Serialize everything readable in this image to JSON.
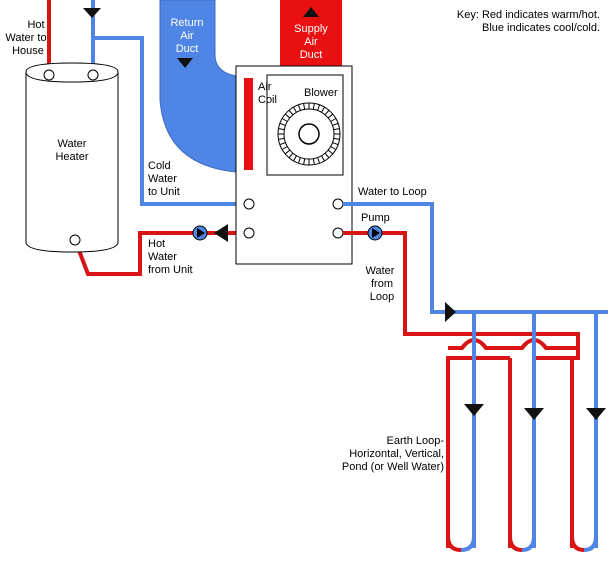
{
  "key": {
    "line1": "Key: Red indicates warm/hot.",
    "line2": "Blue indicates cool/cold."
  },
  "labels": {
    "hot_water_to_house": [
      "Hot",
      "Water to",
      "House"
    ],
    "water_heater": [
      "Water",
      "Heater"
    ],
    "return_air_duct": [
      "Return",
      "Air",
      "Duct"
    ],
    "supply_air_duct": [
      "Supply",
      "Air",
      "Duct"
    ],
    "air_coil": [
      "Air",
      "Coil"
    ],
    "blower": "Blower",
    "cold_water_to_unit": [
      "Cold",
      "Water",
      "to Unit"
    ],
    "hot_water_from_unit": [
      "Hot",
      "Water",
      "from Unit"
    ],
    "water_to_loop": "Water to Loop",
    "pump": "Pump",
    "water_from_loop": [
      "Water",
      "from",
      "Loop"
    ],
    "earth_loop": [
      "Earth Loop-",
      "Horizontal, Vertical,",
      "Pond (or Well Water)"
    ]
  },
  "colors": {
    "warm": "#d81414",
    "cold": "#4f86e6",
    "return_duct": "#4f86e6",
    "supply_duct": "#e81010"
  }
}
